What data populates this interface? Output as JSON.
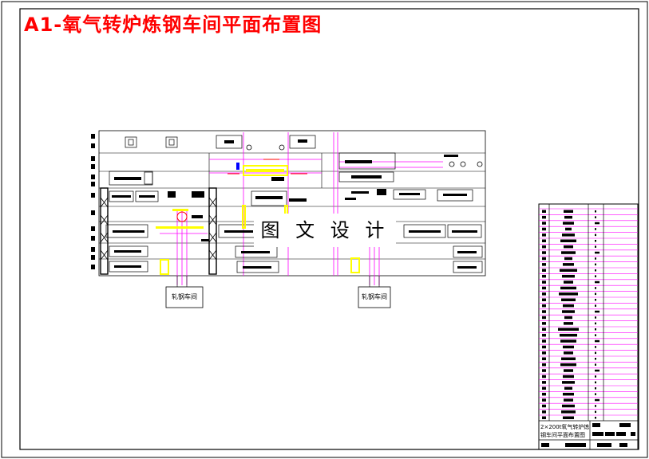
{
  "drawing": {
    "title": "A1-氧气转炉炼钢车间平面布置图",
    "watermark": "图 文 设 计",
    "mill_labels": [
      "轧钢车间",
      "轧钢车间"
    ]
  },
  "title_block": {
    "drawing_name_line1": "2×200t氧气转炉炼",
    "drawing_name_line2": "钢车间平面布置图"
  },
  "colors": {
    "frame": "#000000",
    "title": "#ff0000",
    "column_lines": "#ff00ff",
    "crane": "#ffff00",
    "hatch": "#000000",
    "blue_marker": "#0000ff"
  }
}
